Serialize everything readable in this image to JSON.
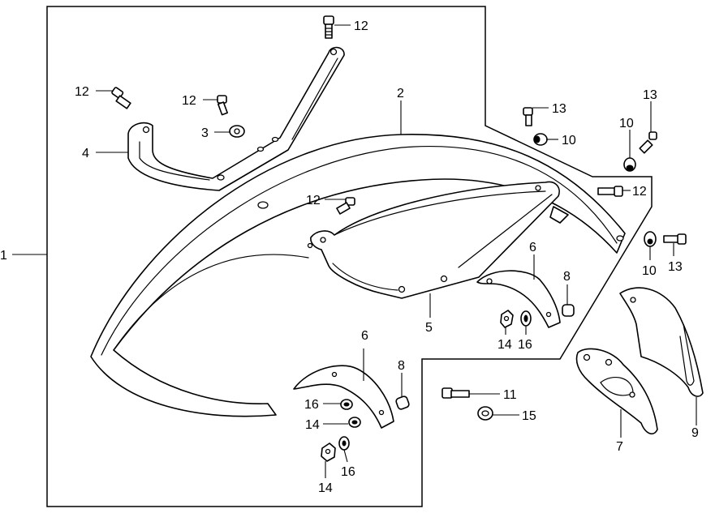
{
  "diagram": {
    "callouts": {
      "c1": "1",
      "c2": "2",
      "c3": "3",
      "c4": "4",
      "c5": "5",
      "c6a": "6",
      "c6b": "6",
      "c7": "7",
      "c8a": "8",
      "c8b": "8",
      "c9": "9",
      "c10a": "10",
      "c10b": "10",
      "c10c": "10",
      "c11": "11",
      "c12a": "12",
      "c12b": "12",
      "c12c": "12",
      "c12d": "12",
      "c12e": "12",
      "c13a": "13",
      "c13b": "13",
      "c13c": "13",
      "c14a": "14",
      "c14b": "14",
      "c14c": "14",
      "c15": "15",
      "c16a": "16",
      "c16b": "16",
      "c16c": "16"
    }
  }
}
